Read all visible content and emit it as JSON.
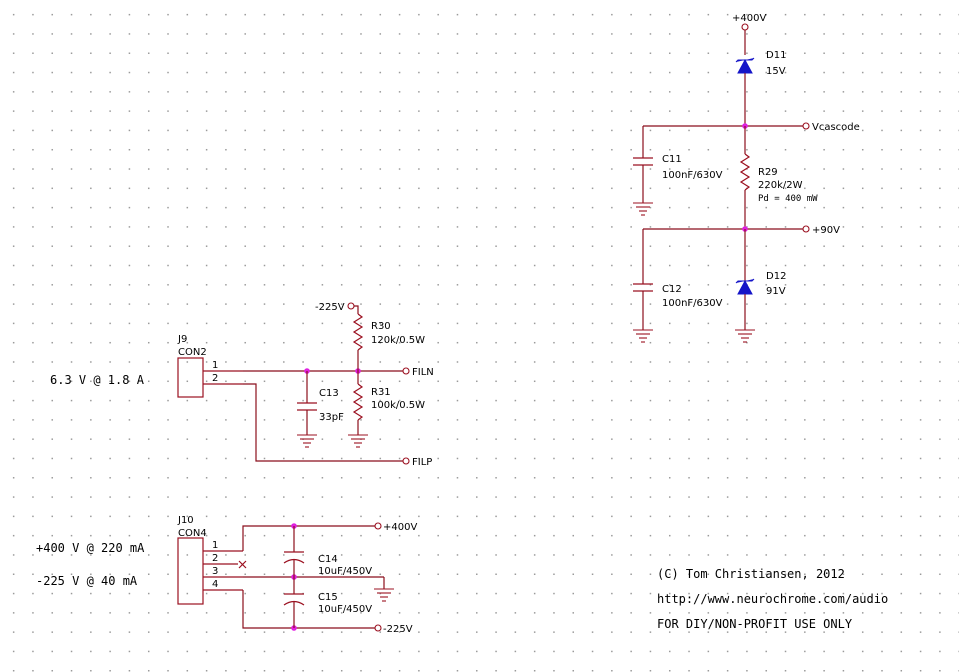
{
  "connectors": {
    "j9": {
      "ref": "J9",
      "type": "CON2",
      "pins": [
        "1",
        "2"
      ],
      "note": "6.3 V @ 1.8 A"
    },
    "j10": {
      "ref": "J10",
      "type": "CON4",
      "pins": [
        "1",
        "2",
        "3",
        "4"
      ],
      "note_1": "+400 V @ 220 mA",
      "note_2": "-225 V @ 40 mA"
    }
  },
  "components": {
    "d11": {
      "ref": "D11",
      "value": "15V"
    },
    "d12": {
      "ref": "D12",
      "value": "91V"
    },
    "c11": {
      "ref": "C11",
      "value": "100nF/630V"
    },
    "c12": {
      "ref": "C12",
      "value": "100nF/630V"
    },
    "r29": {
      "ref": "R29",
      "value": "220k/2W",
      "note": "Pd = 400 mW"
    },
    "r30": {
      "ref": "R30",
      "value": "120k/0.5W"
    },
    "r31": {
      "ref": "R31",
      "value": "100k/0.5W"
    },
    "c13": {
      "ref": "C13",
      "value": "33pF"
    },
    "c14": {
      "ref": "C14",
      "value": "10uF/450V"
    },
    "c15": {
      "ref": "C15",
      "value": "10uF/450V"
    }
  },
  "net_labels": {
    "plus400_top": "+400V",
    "vcascode": "Vcascode",
    "plus90": "+90V",
    "minus225_top": "-225V",
    "filn": "FILN",
    "filp": "FILP",
    "plus400_bottom": "+400V",
    "minus225_bottom": "-225V"
  },
  "credits": {
    "copyright": "(C) Tom Christiansen, 2012",
    "url": "http://www.neurochrome.com/audio",
    "usage": "FOR DIY/NON-PROFIT USE ONLY"
  },
  "colors": {
    "wire": "#8b0f1c",
    "junction": "#e020e0",
    "zener": "#1515c8",
    "grid_dot": "#9a9a9a"
  }
}
